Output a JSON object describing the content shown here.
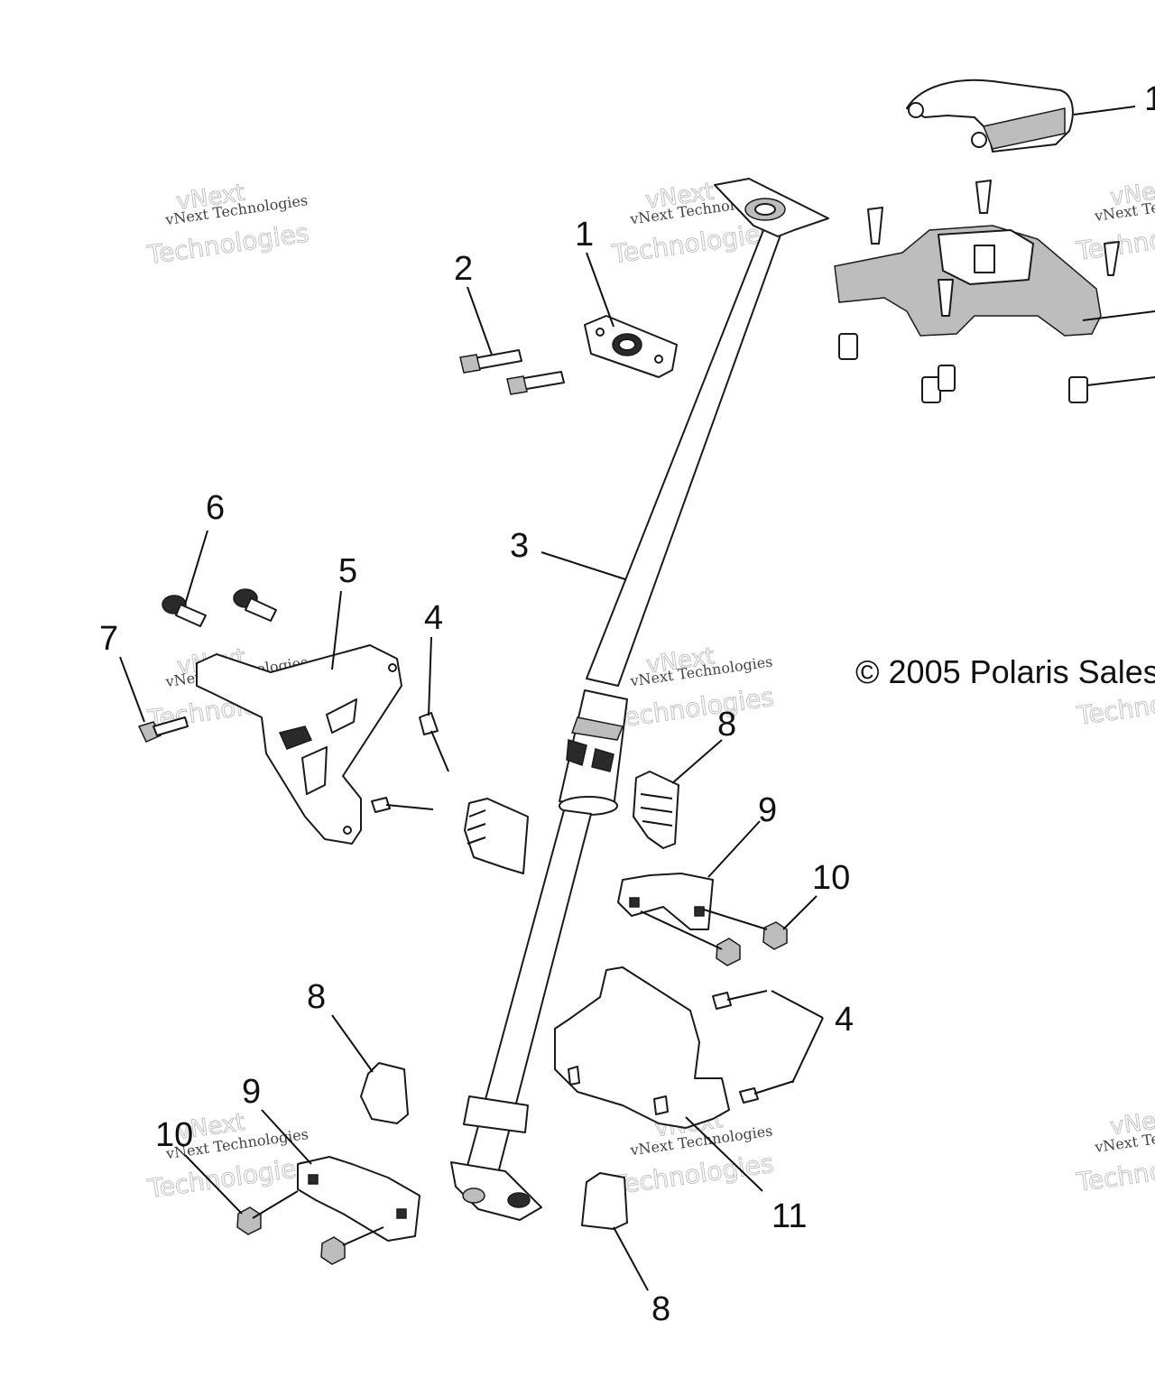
{
  "callouts": {
    "c1": "1",
    "c1b": "1",
    "c2": "2",
    "c3": "3",
    "c4a": "4",
    "c4b": "4",
    "c5": "5",
    "c6": "6",
    "c7": "7",
    "c8a": "8",
    "c8b": "8",
    "c8c": "8",
    "c9a": "9",
    "c9b": "9",
    "c10a": "10",
    "c10b": "10",
    "c11": "11"
  },
  "copyright": "© 2005 Polaris Sales",
  "watermark": {
    "brand": "vNext",
    "line1": "vNext Technologies",
    "line2": "Technologies"
  }
}
